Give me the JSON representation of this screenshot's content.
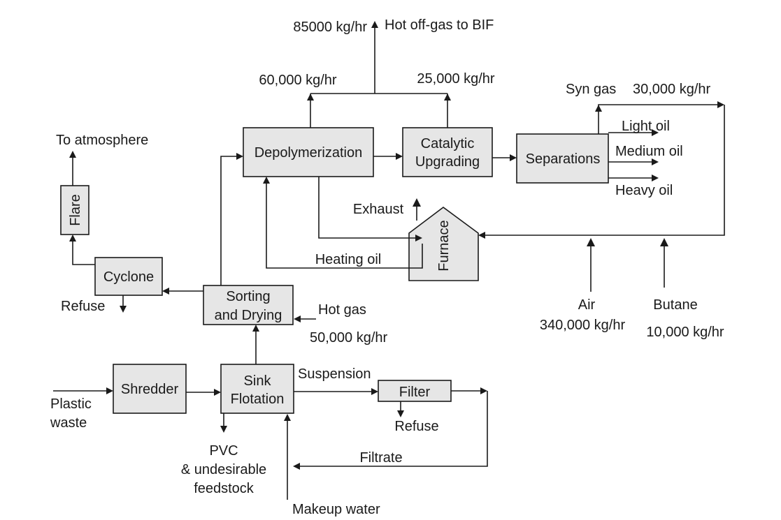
{
  "units": {
    "shredder": "Shredder",
    "sink_flotation": [
      "Sink",
      "Flotation"
    ],
    "filter": "Filter",
    "sorting_drying": [
      "Sorting",
      "and Drying"
    ],
    "cyclone": "Cyclone",
    "flare": "Flare",
    "depolymerization": "Depolymerization",
    "catalytic_upgrading": [
      "Catalytic",
      "Upgrading"
    ],
    "separations": "Separations",
    "furnace": "Furnace"
  },
  "streams": {
    "plastic_waste": [
      "Plastic",
      "waste"
    ],
    "pvc": [
      "PVC",
      "& undesirable",
      "feedstock"
    ],
    "makeup_water": "Makeup water",
    "suspension": "Suspension",
    "filter_refuse": "Refuse",
    "filtrate": "Filtrate",
    "hot_gas": "Hot gas",
    "hot_gas_rate": "50,000 kg/hr",
    "cyclone_refuse": "Refuse",
    "to_atmosphere": "To atmosphere",
    "heating_oil": "Heating oil",
    "exhaust": "Exhaust",
    "depoly_offgas_rate": "60,000 kg/hr",
    "upgrading_offgas_rate": "25,000 kg/hr",
    "offgas_total_rate": "85000 kg/hr",
    "offgas_label": "Hot off-gas to BIF",
    "syn_gas": "Syn gas",
    "syn_gas_rate": "30,000  kg/hr",
    "light_oil": "Light oil",
    "medium_oil": "Medium oil",
    "heavy_oil": "Heavy oil",
    "air": "Air",
    "air_rate": "340,000 kg/hr",
    "butane": "Butane",
    "butane_rate": "10,000 kg/hr"
  }
}
